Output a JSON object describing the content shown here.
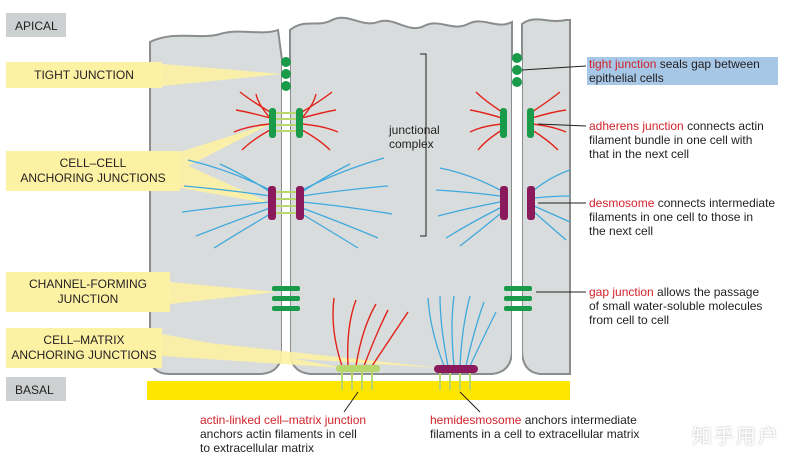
{
  "regions": {
    "apical": "APICAL",
    "basal": "BASAL"
  },
  "left_labels": {
    "tight_junction": "TIGHT JUNCTION",
    "cell_cell_line1": "CELL–CELL",
    "cell_cell_line2": "ANCHORING JUNCTIONS",
    "channel_line1": "CHANNEL-FORMING",
    "channel_line2": "JUNCTION",
    "cell_matrix_line1": "CELL–MATRIX",
    "cell_matrix_line2": "ANCHORING JUNCTIONS"
  },
  "junctional_complex": {
    "line1": "junctional",
    "line2": "complex"
  },
  "right_labels": {
    "tight": {
      "term": "tight junction",
      "line1_rest": " seals gap between",
      "line2": "epithelial cells"
    },
    "adherens": {
      "term": "adherens junction",
      "line1_rest": " connects actin",
      "line2": "filament bundle in one cell with",
      "line3": "that in the next cell"
    },
    "desmosome": {
      "term": "desmosome",
      "line1_rest": " connects intermediate",
      "line2": "filaments in one cell to those in",
      "line3": "the next cell"
    },
    "gap": {
      "term": "gap junction",
      "line1_rest": " allows the passage",
      "line2": "of small water-soluble molecules",
      "line3": "from cell to cell"
    }
  },
  "bottom_labels": {
    "actin_linked": {
      "term": "actin-linked cell–matrix junction",
      "line2": "anchors actin filaments in cell",
      "line3": "to extracellular matrix"
    },
    "hemidesmosome": {
      "term": "hemidesmosome",
      "line1_rest": " anchors intermediate",
      "line2": "filaments in a cell to extracellular matrix"
    }
  },
  "watermark": "知乎用户",
  "colors": {
    "cell_fill": "#d9dcdc",
    "membrane": "#8a8c8e",
    "tight_green": "#1a9b4a",
    "adherens_green": "#1a9b4a",
    "actin_red": "#e2231a",
    "desmosome_purple": "#8b1a5c",
    "intermediate_blue": "#3fa9dd",
    "gap_green": "#1a9b4a",
    "matrix_yellow": "#ffe600",
    "callout_yellow": "#fdf2a4",
    "label_box_grey": "#cdd0d1",
    "term_red": "#d2232a",
    "highlight": "#a7c7e7"
  }
}
